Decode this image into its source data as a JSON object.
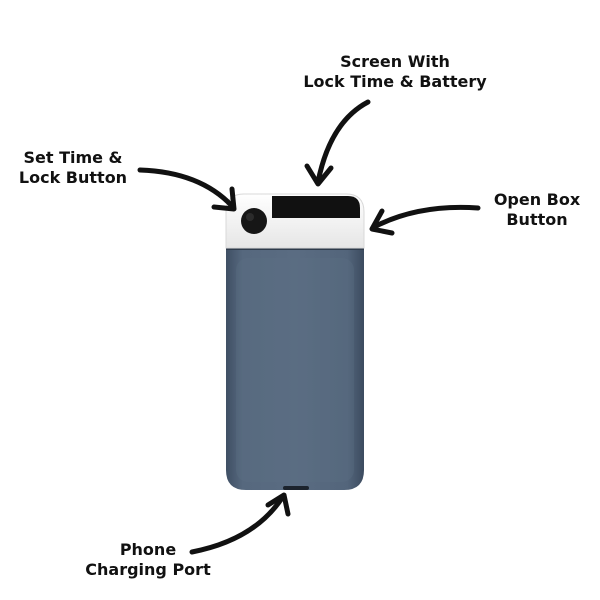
{
  "labels": {
    "screen": {
      "line1": "Screen With",
      "line2": "Lock Time & Battery"
    },
    "set_lock": {
      "line1": "Set Time &",
      "line2": "Lock Button"
    },
    "open_box": {
      "line1": "Open Box",
      "line2": "Button"
    },
    "charging_port": {
      "line1": "Phone",
      "line2": "Charging Port"
    }
  },
  "colors": {
    "body": "#4f6177",
    "body_dark": "#3e4e62",
    "cap": "#f4f4f4",
    "screen": "#121212",
    "arrow": "#111111"
  }
}
